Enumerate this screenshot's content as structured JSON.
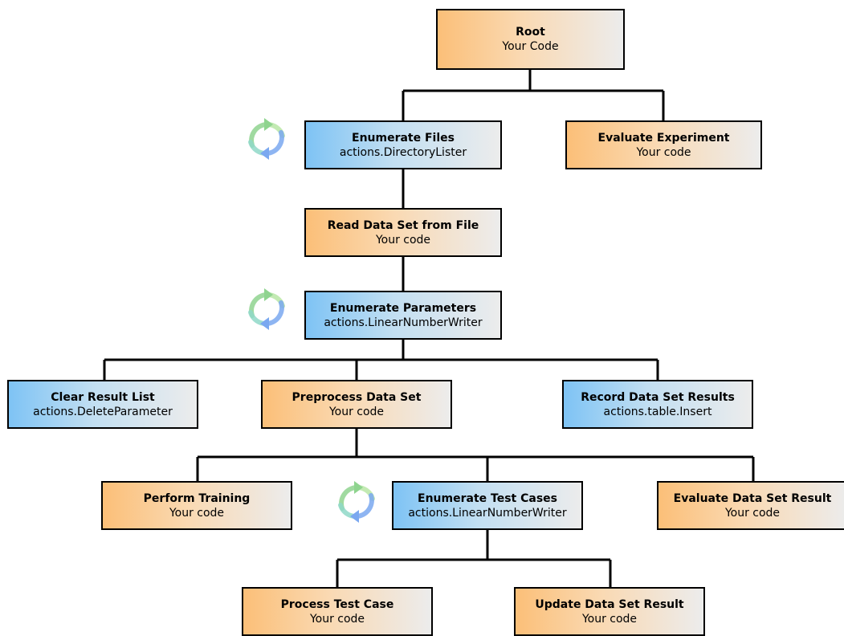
{
  "colors": {
    "orange_node": "#fbbf78",
    "blue_node": "#7ec3f4",
    "node_border": "#000000",
    "connector": "#000000",
    "loop_icon_green": "#8fd48f",
    "loop_icon_blue": "#7aa8f0"
  },
  "nodes": [
    {
      "id": "root",
      "title": "Root",
      "subtitle": "Your Code",
      "kind": "orange",
      "loop": false
    },
    {
      "id": "enumerate-files",
      "title": "Enumerate Files",
      "subtitle": "actions.DirectoryLister",
      "kind": "blue",
      "loop": true
    },
    {
      "id": "evaluate-experiment",
      "title": "Evaluate Experiment",
      "subtitle": "Your code",
      "kind": "orange",
      "loop": false
    },
    {
      "id": "read-data-set",
      "title": "Read Data Set from File",
      "subtitle": "Your code",
      "kind": "orange",
      "loop": false
    },
    {
      "id": "enumerate-parameters",
      "title": "Enumerate Parameters",
      "subtitle": "actions.LinearNumberWriter",
      "kind": "blue",
      "loop": true
    },
    {
      "id": "clear-result-list",
      "title": "Clear Result List",
      "subtitle": "actions.DeleteParameter",
      "kind": "blue",
      "loop": false
    },
    {
      "id": "preprocess-data-set",
      "title": "Preprocess Data Set",
      "subtitle": "Your code",
      "kind": "orange",
      "loop": false
    },
    {
      "id": "record-data-set-results",
      "title": "Record Data Set Results",
      "subtitle": "actions.table.Insert",
      "kind": "blue",
      "loop": false
    },
    {
      "id": "perform-training",
      "title": "Perform Training",
      "subtitle": "Your code",
      "kind": "orange",
      "loop": false
    },
    {
      "id": "enumerate-test-cases",
      "title": "Enumerate Test Cases",
      "subtitle": "actions.LinearNumberWriter",
      "kind": "blue",
      "loop": true
    },
    {
      "id": "evaluate-data-set-result",
      "title": "Evaluate Data Set Result",
      "subtitle": "Your code",
      "kind": "orange",
      "loop": false
    },
    {
      "id": "process-test-case",
      "title": "Process Test Case",
      "subtitle": "Your code",
      "kind": "orange",
      "loop": false
    },
    {
      "id": "update-data-set-result",
      "title": "Update Data Set Result",
      "subtitle": "Your code",
      "kind": "orange",
      "loop": false
    }
  ],
  "edges": [
    {
      "from": "root",
      "to": [
        "enumerate-files",
        "evaluate-experiment"
      ]
    },
    {
      "from": "enumerate-files",
      "to": [
        "read-data-set"
      ]
    },
    {
      "from": "read-data-set",
      "to": [
        "enumerate-parameters"
      ]
    },
    {
      "from": "enumerate-parameters",
      "to": [
        "clear-result-list",
        "preprocess-data-set",
        "record-data-set-results"
      ]
    },
    {
      "from": "preprocess-data-set",
      "to": [
        "perform-training",
        "enumerate-test-cases",
        "evaluate-data-set-result"
      ]
    },
    {
      "from": "enumerate-test-cases",
      "to": [
        "process-test-case",
        "update-data-set-result"
      ]
    }
  ]
}
